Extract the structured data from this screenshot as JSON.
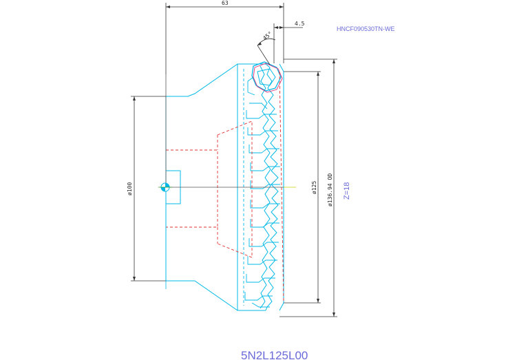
{
  "dimensions": {
    "overall_length": "63",
    "edge_offset": "4.5",
    "lead_angle": "45°",
    "shank_diameter": "ø100",
    "cutter_diameter": "ø125",
    "outer_diameter": "ø136.94 OD"
  },
  "insert_code": "HNCF090530TN-WE",
  "teeth_count": "Z=18",
  "model_code": "5N2L125L00",
  "colors": {
    "outline": "#00b8e6",
    "dimension": "#333333",
    "hidden_line": "#e03030",
    "text_accent": "#6a6ad8",
    "axis": "#2a9a2a"
  }
}
